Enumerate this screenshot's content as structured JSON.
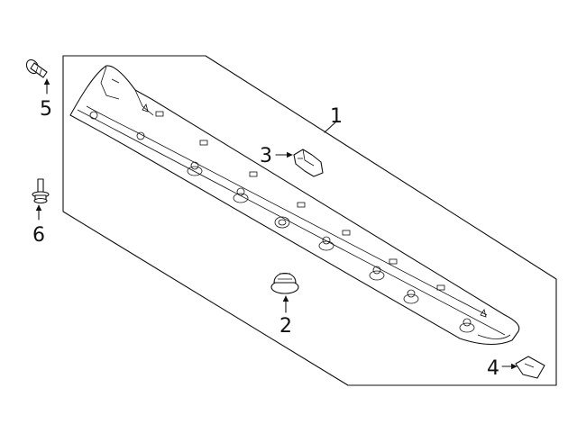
{
  "diagram": {
    "callouts": [
      {
        "number": "1",
        "part": "rocker-panel-molding"
      },
      {
        "number": "2",
        "part": "push-clip"
      },
      {
        "number": "3",
        "part": "retainer-clip"
      },
      {
        "number": "4",
        "part": "nut-clip"
      },
      {
        "number": "5",
        "part": "screw"
      },
      {
        "number": "6",
        "part": "stud-fastener"
      }
    ]
  }
}
